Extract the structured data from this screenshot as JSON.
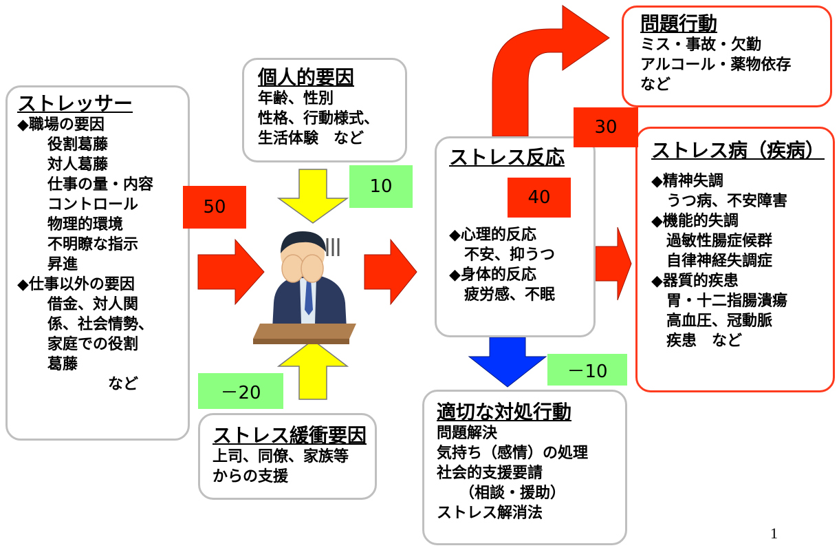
{
  "colors": {
    "red_arrow": "#ff2a00",
    "yellow_arrow": "#ffff00",
    "blue_arrow": "#0033ff",
    "red_badge": "#ff2a00",
    "green_badge": "#8cff80",
    "box_border_gray": "#bfbfbf",
    "box_border_red": "#ff3b1f"
  },
  "stressor": {
    "title": "ストレッサー",
    "lines": [
      "◆職場の要因",
      "　　役割葛藤",
      "　　対人葛藤",
      "　　仕事の量・内容",
      "　　コントロール",
      "　　物理的環境",
      "　　不明瞭な指示",
      "　　昇進",
      "◆仕事以外の要因",
      "　　借金、対人関",
      "　　係、社会情勢、",
      "　　家庭での役割",
      "　　葛藤",
      "　　　　　　など"
    ]
  },
  "personal": {
    "title": "個人的要因",
    "lines": [
      "年齢、性別",
      "性格、行動様式、",
      "生活体験　など"
    ]
  },
  "buffer": {
    "title": "ストレス緩衝要因",
    "lines": [
      "上司、同僚、家族等",
      "からの支援"
    ]
  },
  "reaction": {
    "title": "ストレス反応",
    "lines": [
      "◆心理的反応",
      "　不安、抑うつ",
      "◆身体的反応",
      "　疲労感、不眠"
    ]
  },
  "problem": {
    "title": "問題行動",
    "lines": [
      "ミス・事故・欠勤",
      "アルコール・薬物依存",
      "など"
    ]
  },
  "disease": {
    "title": "ストレス病（疾病）",
    "lines": [
      "◆精神失調",
      "　うつ病、不安障害",
      "◆機能的失調",
      "　過敏性腸症候群",
      "　自律神経失調症",
      "◆器質的疾患",
      "　胃・十二指腸潰瘍",
      "　高血圧、冠動脈",
      "　疾患　など"
    ]
  },
  "coping": {
    "title": "適切な対処行動",
    "lines": [
      "問題解決",
      "気持ち（感情）の処理",
      "社会的支援要請",
      "　　（相談・援助）",
      "ストレス解消法"
    ]
  },
  "badges": {
    "stressor": "50",
    "personal": "10",
    "buffer": "－20",
    "reaction": "40",
    "problem": "30",
    "coping": "－10"
  },
  "page_number": "1"
}
